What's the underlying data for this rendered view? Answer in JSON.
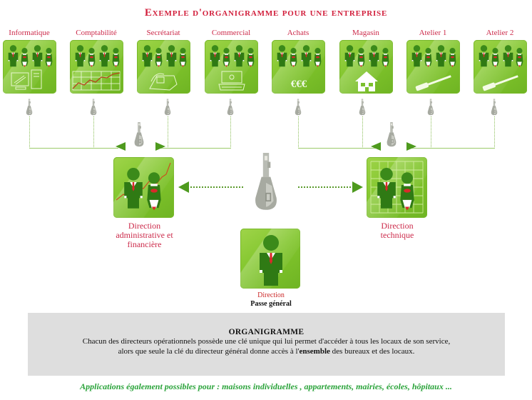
{
  "title": "Exemple d'organigramme pour une entreprise",
  "departments": [
    {
      "label": "Informatique",
      "icon": "computer-icon"
    },
    {
      "label": "Comptabilité",
      "icon": "chart-icon"
    },
    {
      "label": "Secrétariat",
      "icon": "phone-icon"
    },
    {
      "label": "Commercial",
      "icon": "laptop-icon"
    },
    {
      "label": "Achats",
      "icon": "euro-icon",
      "icon_text": "€€€"
    },
    {
      "label": "Magasin",
      "icon": "house-icon"
    },
    {
      "label": "Atelier 1",
      "icon": "screwdriver-icon"
    },
    {
      "label": "Atelier 2",
      "icon": "screwdriver-icon"
    }
  ],
  "directions": {
    "admin": {
      "lines": [
        "Direction",
        "administrative et",
        "financière"
      ]
    },
    "tech": {
      "lines": [
        "Direction",
        "technique"
      ]
    },
    "general": {
      "label": "Direction",
      "sublabel": "Passe général"
    }
  },
  "info": {
    "heading": "ORGANIGRAMME",
    "line1": "Chacun des directeurs opérationnels possède une clé unique qui lui permet d'accéder à tous les locaux de son service,",
    "line2_before": "alors que seule la clé du directeur général donne accès à l'",
    "line2_bold": "ensemble",
    "line2_after": " des bureaux et des locaux."
  },
  "footer": "Applications également possibles pour  : maisons individuelles , appartements, mairies, écoles, hôpitaux ..."
}
